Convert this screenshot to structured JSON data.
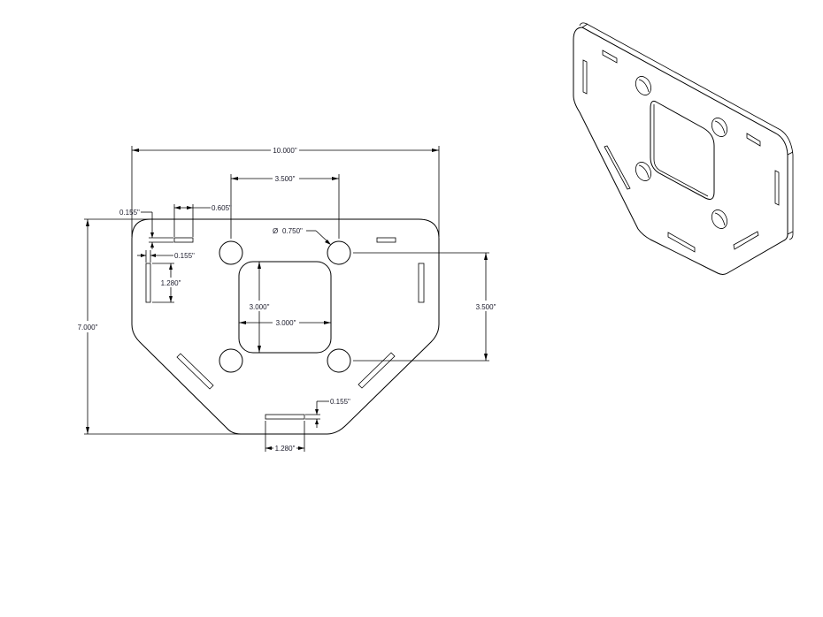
{
  "drawing": {
    "views": [
      "front-view",
      "isometric-view"
    ],
    "units": "inch",
    "dimensions": {
      "overall_width": "10.000\"",
      "overall_height": "7.000\"",
      "hole_spacing_horizontal": "3.500\"",
      "hole_spacing_vertical": "3.500\"",
      "hole_diameter": "0.750\"",
      "diameter_symbol": "Ø",
      "square_cutout_height": "3.000\"",
      "square_cutout_width": "3.000\"",
      "slot_offset": "0.605\"",
      "slot_width_top": "0.155\"",
      "slot_width_side": "0.155\"",
      "slot_width_bottom": "0.155\"",
      "slot_length_side": "1.280\"",
      "slot_length_bottom": "1.280\""
    }
  }
}
